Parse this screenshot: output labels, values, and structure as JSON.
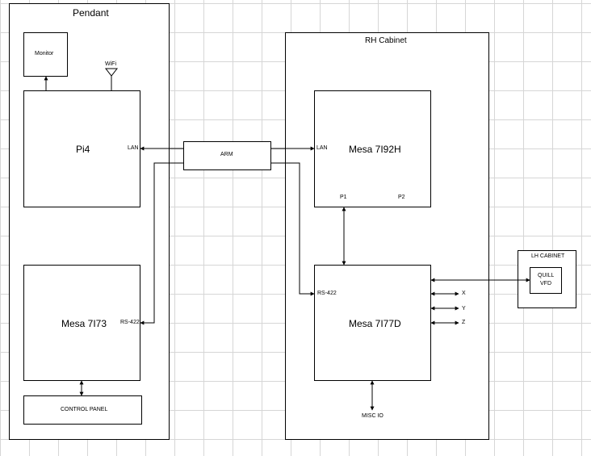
{
  "pendant": {
    "title": "Pendant",
    "monitor": "Monitor",
    "wifi": "WiFi",
    "pi4": "Pi4",
    "pi4_lan": "LAN",
    "mesa_7i73": "Mesa 7I73",
    "mesa_7i73_rs422": "RS-422",
    "control_panel": "CONTROL PANEL"
  },
  "arm": {
    "label": "ARM"
  },
  "rh_cabinet": {
    "title": "RH Cabinet",
    "mesa_7i92h": "Mesa 7I92H",
    "lan": "LAN",
    "p1": "P1",
    "p2": "P2",
    "mesa_7i77d": "Mesa 7I77D",
    "rs422": "RS-422",
    "x": "X",
    "y": "Y",
    "z": "Z",
    "misc_io": "MISC IO"
  },
  "lh_cabinet": {
    "title": "LH CABINET",
    "quill_vfd_line1": "QUILL",
    "quill_vfd_line2": "VFD"
  }
}
